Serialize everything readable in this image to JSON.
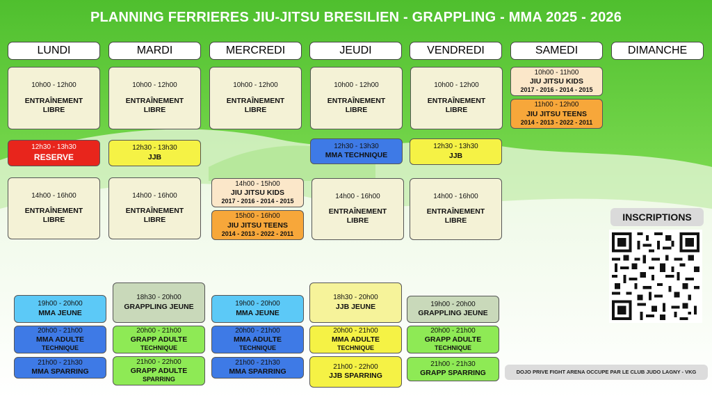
{
  "title": "PLANNING FERRIERES JIU-JITSU BRESILIEN - GRAPPLING - MMA 2025 - 2026",
  "days": [
    "LUNDI",
    "MARDI",
    "MERCREDI",
    "JEUDI",
    "VENDREDI",
    "SAMEDI",
    "DIMANCHE"
  ],
  "slots": {
    "lun_1": {
      "time": "10h00 - 12h00",
      "name": "ENTRAÎNEMENT",
      "name2": "LIBRE"
    },
    "mar_1": {
      "time": "10h00 - 12h00",
      "name": "ENTRAÎNEMENT",
      "name2": "LIBRE"
    },
    "mer_1": {
      "time": "10h00 - 12h00",
      "name": "ENTRAÎNEMENT",
      "name2": "LIBRE"
    },
    "jeu_1": {
      "time": "10h00 - 12h00",
      "name": "ENTRAÎNEMENT",
      "name2": "LIBRE"
    },
    "ven_1": {
      "time": "10h00 - 12h00",
      "name": "ENTRAÎNEMENT",
      "name2": "LIBRE"
    },
    "sam_1": {
      "time": "10h00 - 11h00",
      "name": "JIU JITSU KIDS",
      "sub": "2017 - 2016 - 2014 - 2015"
    },
    "sam_2": {
      "time": "11h00 - 12h00",
      "name": "JIU JITSU TEENS",
      "sub": "2014 - 2013 - 2022 - 2011"
    },
    "lun_2": {
      "time": "12h30 - 13h30",
      "name": "RESERVE"
    },
    "mar_2": {
      "time": "12h30 - 13h30",
      "name": "JJB"
    },
    "jeu_2": {
      "time": "12h30 - 13h30",
      "name": "MMA TECHNIQUE"
    },
    "ven_2": {
      "time": "12h30 - 13h30",
      "name": "JJB"
    },
    "lun_3": {
      "time": "14h00 - 16h00",
      "name": "ENTRAÎNEMENT",
      "name2": "LIBRE"
    },
    "mar_3": {
      "time": "14h00 - 16h00",
      "name": "ENTRAÎNEMENT",
      "name2": "LIBRE"
    },
    "mer_3": {
      "time": "14h00 - 15h00",
      "name": "JIU JITSU KIDS",
      "sub": "2017 - 2016 - 2014 - 2015"
    },
    "mer_4": {
      "time": "15h00 - 16h00",
      "name": "JIU JITSU TEENS",
      "sub": "2014 - 2013 - 2022 - 2011"
    },
    "jeu_3": {
      "time": "14h00 - 16h00",
      "name": "ENTRAÎNEMENT",
      "name2": "LIBRE"
    },
    "ven_3": {
      "time": "14h00 - 16h00",
      "name": "ENTRAÎNEMENT",
      "name2": "LIBRE"
    },
    "lun_4": {
      "time": "19h00 - 20h00",
      "name": "MMA JEUNE"
    },
    "lun_5": {
      "time": "20h00 - 21h00",
      "name": "MMA ADULTE",
      "sub": "TECHNIQUE"
    },
    "lun_6": {
      "time": "21h00 - 21h30",
      "name": "MMA SPARRING"
    },
    "mar_4": {
      "time": "18h30 - 20h00",
      "name": "GRAPPLING JEUNE"
    },
    "mar_5": {
      "time": "20h00 - 21h00",
      "name": "GRAPP ADULTE",
      "sub": "TECHNIQUE"
    },
    "mar_6": {
      "time": "21h00 - 22h00",
      "name": "GRAPP ADULTE",
      "sub": "SPARRING"
    },
    "mer_5": {
      "time": "19h00 - 20h00",
      "name": "MMA JEUNE"
    },
    "mer_6": {
      "time": "20h00 - 21h00",
      "name": "MMA ADULTE",
      "sub": "TECHNIQUE"
    },
    "mer_7": {
      "time": "21h00 - 21h30",
      "name": "MMA SPARRING"
    },
    "jeu_4": {
      "time": "18h30 - 20h00",
      "name": "JJB JEUNE"
    },
    "jeu_5": {
      "time": "20h00 - 21h00",
      "name": "MMA ADULTE",
      "sub": "TECHNIQUE"
    },
    "jeu_6": {
      "time": "21h00 - 22h00",
      "name": "JJB SPARRING"
    },
    "ven_4": {
      "time": "19h00 - 20h00",
      "name": "GRAPPLING JEUNE"
    },
    "ven_5": {
      "time": "20h00 - 21h00",
      "name": "GRAPP ADULTE",
      "sub": "TECHNIQUE"
    },
    "ven_6": {
      "time": "21h00 - 21h30",
      "name": "GRAPP SPARRING"
    }
  },
  "inscriptions_label": "INSCRIPTIONS",
  "footer": "DOJO PRIVE FIGHT ARENA OCCUPE PAR LE CLUB JUDO LAGNY - VKG",
  "colors": {
    "background_top": "#5dc93a",
    "background_bottom": "#ffffff",
    "reserve": "#e8251c",
    "mma": "#3e7ae6",
    "jjb": "#f5f245",
    "grappling": "#8eea55",
    "teens": "#f7a73a",
    "kids": "#fbe7c9"
  }
}
